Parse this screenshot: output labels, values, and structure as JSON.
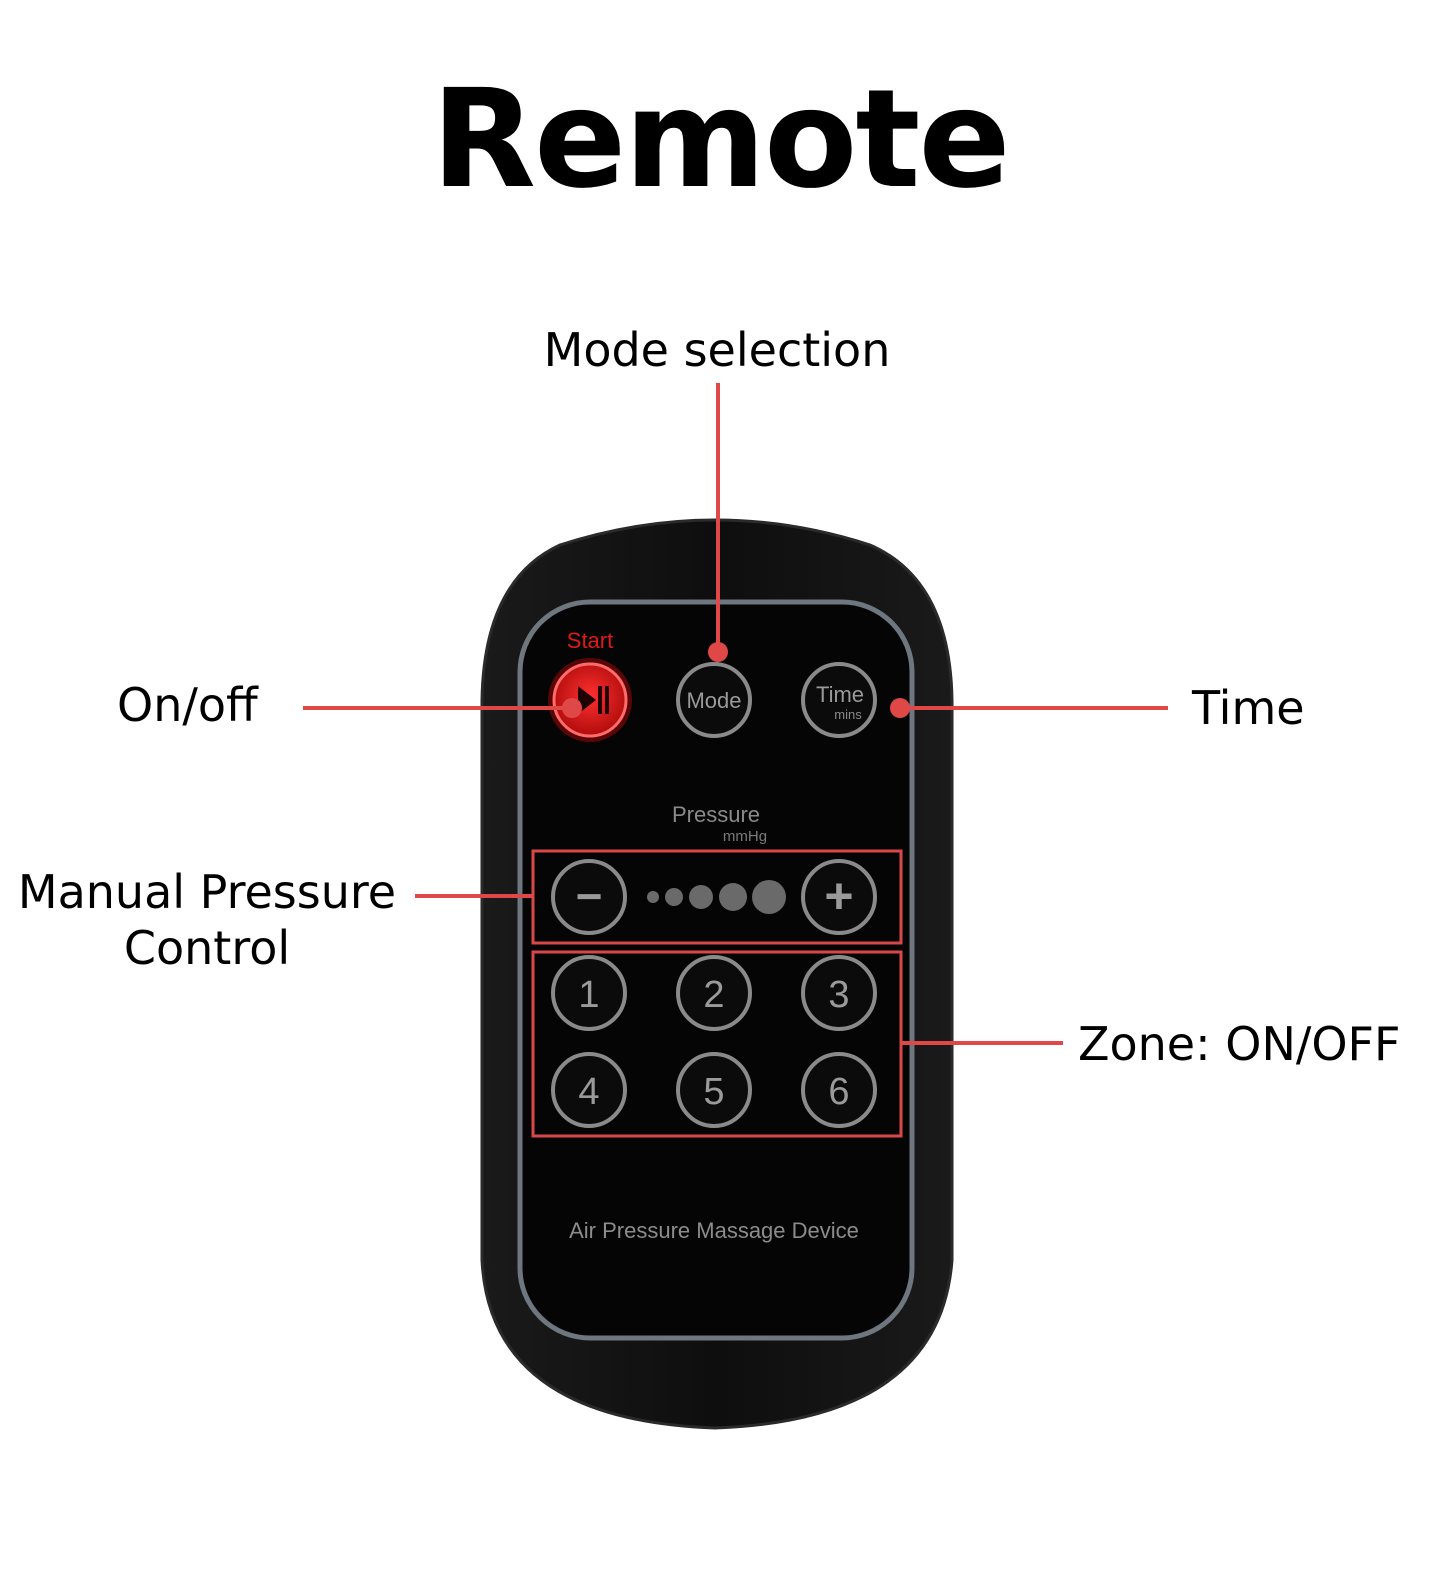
{
  "title": "Remote",
  "callouts": {
    "mode_selection": "Mode selection",
    "on_off": "On/off",
    "time": "Time",
    "manual_pressure_control": "Manual Pressure Control",
    "zone": "Zone: ON/OFF"
  },
  "remote": {
    "start_label": "Start",
    "mode_label": "Mode",
    "time_label": "Time",
    "time_unit": "mins",
    "pressure_label": "Pressure",
    "pressure_unit": "mmHg",
    "minus": "−",
    "plus": "+",
    "zones": [
      "1",
      "2",
      "3",
      "4",
      "5",
      "6"
    ],
    "device_name": "Air Pressure Massage Device"
  },
  "colors": {
    "callout_line": "#e04848",
    "start_red": "#e01818",
    "remote_body": "#111111",
    "button_ring": "#8a8a8a"
  },
  "icons": [
    "play-pause-icon"
  ]
}
